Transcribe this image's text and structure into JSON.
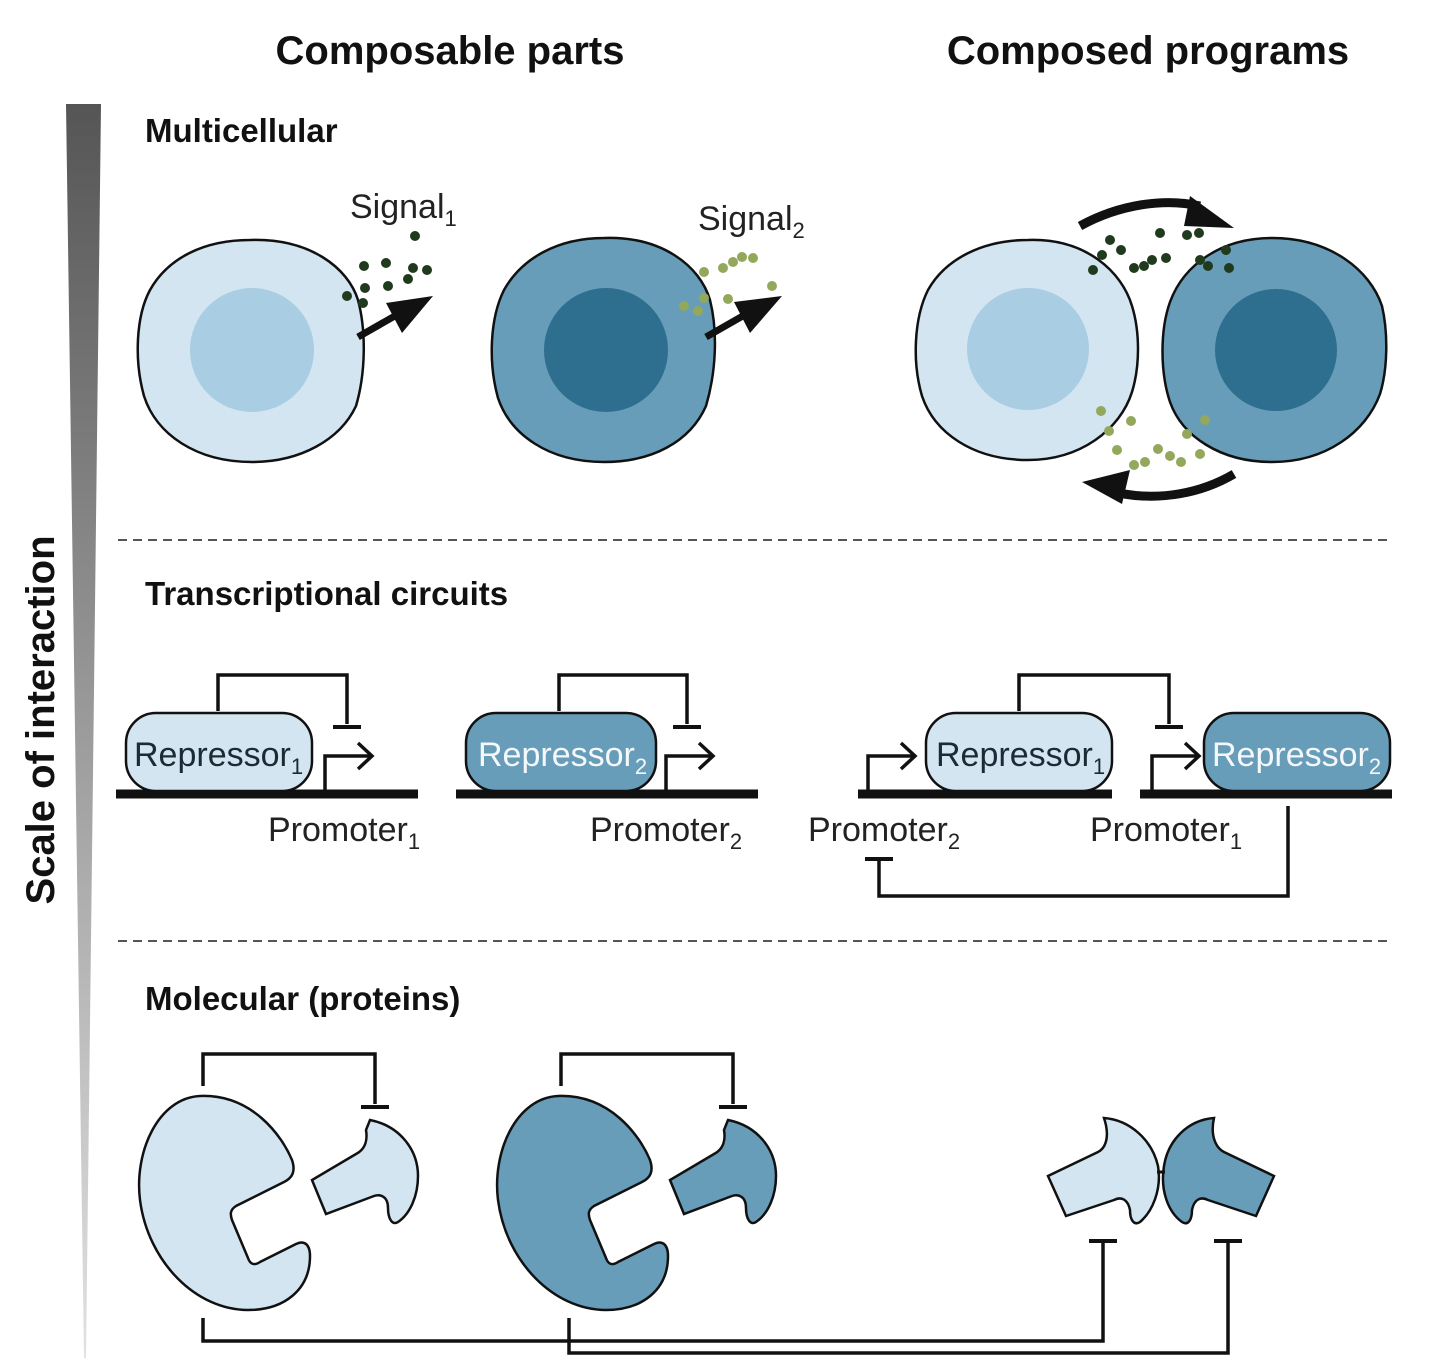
{
  "titles": {
    "left_column": "Composable parts",
    "right_column": "Composed programs",
    "axis": "Scale of interaction"
  },
  "sections": {
    "multicellular": {
      "title": "Multicellular",
      "signal1": {
        "base": "Signal",
        "sub": "1"
      },
      "signal2": {
        "base": "Signal",
        "sub": "2"
      }
    },
    "transcriptional": {
      "title": "Transcriptional circuits",
      "repressor1": {
        "base": "Repressor",
        "sub": "1"
      },
      "repressor2": {
        "base": "Repressor",
        "sub": "2"
      },
      "promoter1": {
        "base": "Promoter",
        "sub": "1"
      },
      "promoter2": {
        "base": "Promoter",
        "sub": "2"
      }
    },
    "molecular": {
      "title": "Molecular (proteins)"
    }
  },
  "colors": {
    "light_cell": "#d2e5f1",
    "light_nucleus": "#a9cde2",
    "dark_cell": "#679db9",
    "dark_nucleus": "#2e6e8e",
    "signal1_dots": "#1f3a1c",
    "signal2_dots": "#93a85a",
    "ink": "#111111"
  }
}
